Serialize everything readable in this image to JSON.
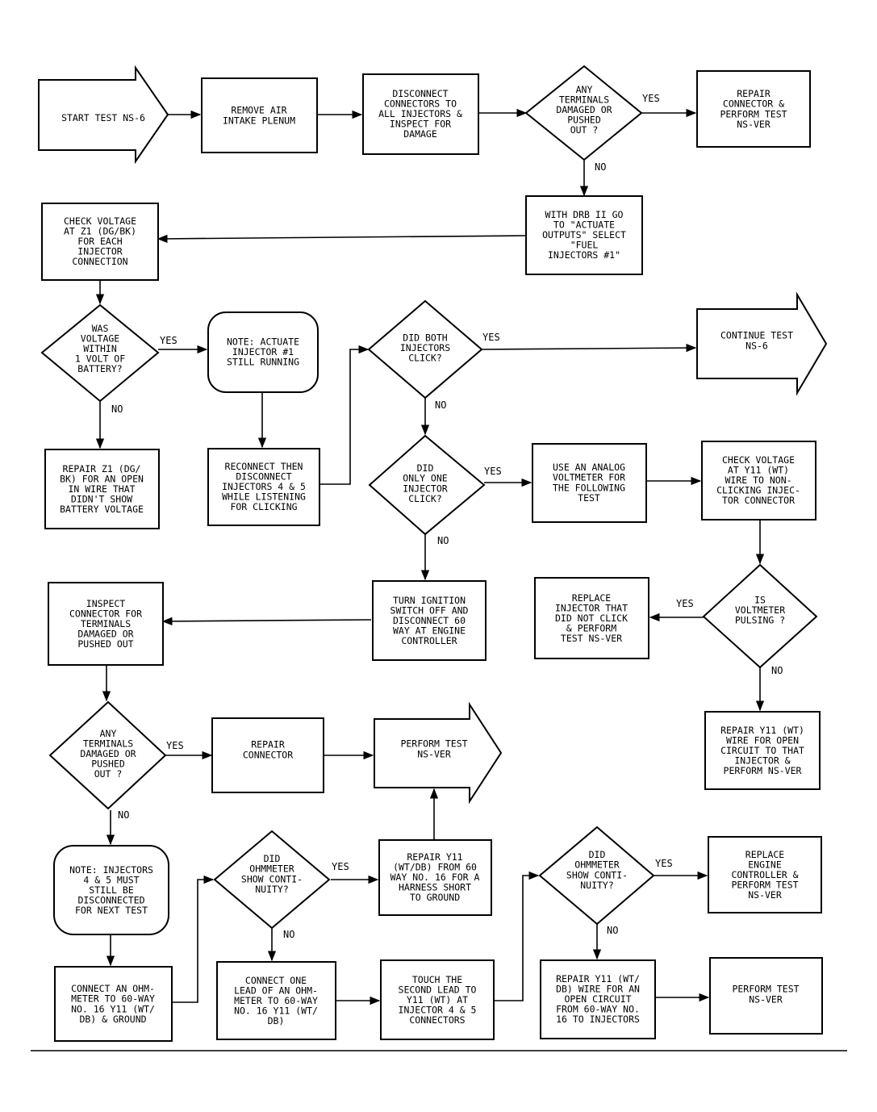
{
  "nodes": {
    "start": [
      "START TEST NS-6"
    ],
    "remove_plenum": [
      "REMOVE AIR",
      "INTAKE PLENUM"
    ],
    "disconnect_connectors": [
      "DISCONNECT",
      "CONNECTORS TO",
      "ALL INJECTORS &",
      "INSPECT FOR",
      "DAMAGE"
    ],
    "terminals_damaged_1": [
      "ANY",
      "TERMINALS",
      "DAMAGED OR",
      "PUSHED",
      "OUT ?"
    ],
    "repair_connector_ver": [
      "REPAIR",
      "CONNECTOR &",
      "PERFORM TEST",
      "NS-VER"
    ],
    "drb_actuate": [
      "WITH DRB II GO",
      "TO \"ACTUATE",
      "OUTPUTS\" SELECT",
      "\"FUEL",
      "INJECTORS #1\""
    ],
    "check_voltage_z1": [
      "CHECK VOLTAGE",
      "AT Z1 (DG/BK)",
      "FOR EACH",
      "INJECTOR",
      "CONNECTION"
    ],
    "voltage_within": [
      "WAS",
      "VOLTAGE",
      "WITHIN",
      "1 VOLT OF",
      "BATTERY?"
    ],
    "note_actuate": [
      "NOTE: ACTUATE",
      "INJECTOR #1",
      "STILL RUNNING"
    ],
    "both_click": [
      "DID BOTH",
      "INJECTORS",
      "CLICK?"
    ],
    "continue_test": [
      "CONTINUE TEST",
      "NS-6"
    ],
    "repair_z1": [
      "REPAIR Z1 (DG/",
      "BK) FOR AN OPEN",
      "IN WIRE THAT",
      "DIDN'T SHOW",
      "BATTERY VOLTAGE"
    ],
    "reconnect": [
      "RECONNECT THEN",
      "DISCONNECT",
      "INJECTORS 4 & 5",
      "WHILE LISTENING",
      "FOR CLICKING"
    ],
    "only_one_click": [
      "DID",
      "ONLY ONE",
      "INJECTOR",
      "CLICK?"
    ],
    "analog_voltmeter": [
      "USE AN ANALOG",
      "VOLTMETER FOR",
      "THE FOLLOWING",
      "TEST"
    ],
    "check_voltage_y11": [
      "CHECK VOLTAGE",
      "AT Y11 (WT)",
      "WIRE TO NON-",
      "CLICKING INJEC-",
      "TOR CONNECTOR"
    ],
    "inspect_connector": [
      "INSPECT",
      "CONNECTOR FOR",
      "TERMINALS",
      "DAMAGED OR",
      "PUSHED OUT"
    ],
    "turn_ignition": [
      "TURN IGNITION",
      "SWITCH OFF AND",
      "DISCONNECT 60",
      "WAY AT ENGINE",
      "CONTROLLER"
    ],
    "replace_injector": [
      "REPLACE",
      "INJECTOR THAT",
      "DID NOT CLICK",
      "& PERFORM",
      "TEST NS-VER"
    ],
    "voltmeter_pulsing": [
      "IS",
      "VOLTMETER",
      "PULSING ?"
    ],
    "terminals_damaged_2": [
      "ANY",
      "TERMINALS",
      "DAMAGED OR",
      "PUSHED",
      "OUT ?"
    ],
    "repair_connector": [
      "REPAIR",
      "CONNECTOR"
    ],
    "perform_ver_arrow": [
      "PERFORM TEST",
      "NS-VER"
    ],
    "repair_y11_open": [
      "REPAIR Y11 (WT)",
      "WIRE FOR OPEN",
      "CIRCUIT TO THAT",
      "INJECTOR &",
      "PERFORM NS-VER"
    ],
    "note_injectors": [
      "NOTE: INJECTORS",
      "4 & 5 MUST",
      "STILL BE",
      "DISCONNECTED",
      "FOR NEXT TEST"
    ],
    "continuity_1": [
      "DID",
      "OHMMETER",
      "SHOW CONTI-",
      "NUITY?"
    ],
    "repair_y11_short": [
      "REPAIR Y11",
      "(WT/DB) FROM 60",
      "WAY NO. 16 FOR A",
      "HARNESS SHORT",
      "TO GROUND"
    ],
    "continuity_2": [
      "DID",
      "OHMMETER",
      "SHOW CONTI-",
      "NUITY?"
    ],
    "replace_controller": [
      "REPLACE",
      "ENGINE",
      "CONTROLLER &",
      "PERFORM TEST",
      "NS-VER"
    ],
    "connect_ohmmeter": [
      "CONNECT AN OHM-",
      "METER TO 60-WAY",
      "NO. 16 Y11 (WT/",
      "DB) & GROUND"
    ],
    "connect_lead": [
      "CONNECT ONE",
      "LEAD OF AN OHM-",
      "METER TO 60-WAY",
      "NO. 16 Y11 (WT/",
      "DB)"
    ],
    "touch_second": [
      "TOUCH THE",
      "SECOND LEAD TO",
      "Y11 (WT) AT",
      "INJECTOR 4 & 5",
      "CONNECTORS"
    ],
    "repair_y11_circuit": [
      "REPAIR Y11 (WT/",
      "DB) WIRE FOR AN",
      "OPEN CIRCUIT",
      "FROM 60-WAY NO.",
      "16 TO INJECTORS"
    ],
    "perform_ver_final": [
      "PERFORM TEST",
      "NS-VER"
    ]
  },
  "edge_labels": {
    "yes": "YES",
    "no": "NO"
  }
}
